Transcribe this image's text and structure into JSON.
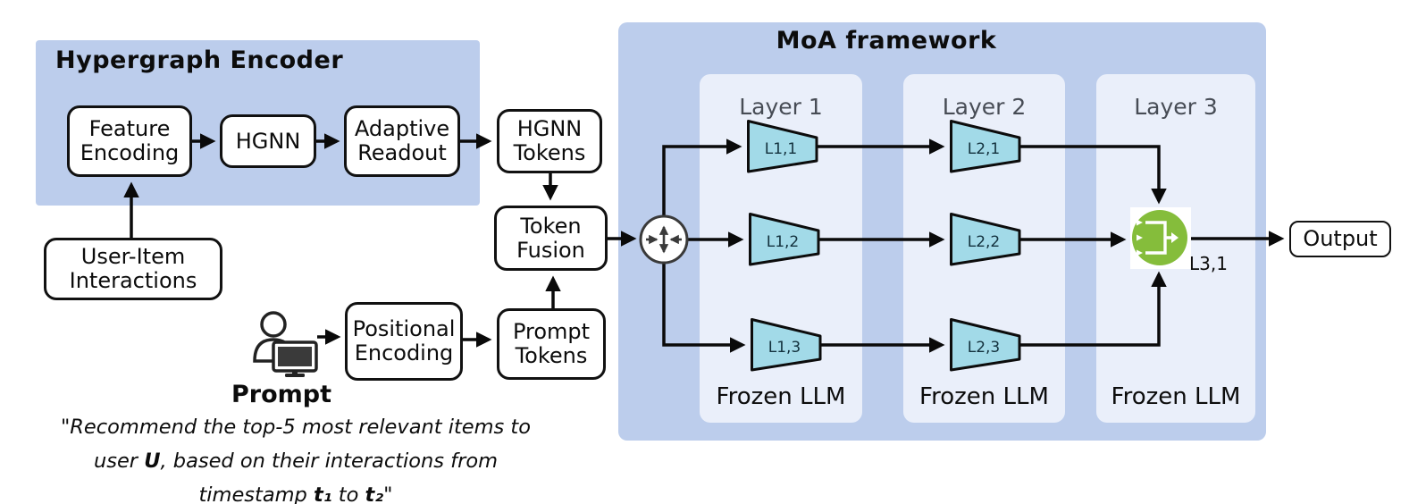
{
  "hypergraph_encoder": {
    "title": "Hypergraph Encoder",
    "feature_encoding": "Feature\nEncoding",
    "hgnn": "HGNN",
    "adaptive_readout": "Adaptive\nReadout"
  },
  "tokens": {
    "hgnn_tokens": "HGNN\nTokens",
    "token_fusion": "Token\nFusion",
    "positional_encoding": "Positional\nEncoding",
    "prompt_tokens": "Prompt\nTokens"
  },
  "inputs": {
    "user_item_interactions": "User-Item\nInteractions",
    "prompt_label": "Prompt",
    "prompt_quote": {
      "line1": "\"Recommend the top-5 most relevant items to",
      "line2_pre": "user ",
      "line2_user": "U",
      "line2_post": ", based on their interactions from",
      "line3_pre": "timestamp ",
      "line3_t1": "t₁",
      "line3_mid": " to ",
      "line3_t2": "t₂",
      "line3_post": "\""
    }
  },
  "moa": {
    "title": "MoA framework",
    "layers": [
      {
        "label": "Layer 1",
        "footer": "Frozen LLM",
        "experts": [
          "L1,1",
          "L1,2",
          "L1,3"
        ]
      },
      {
        "label": "Layer 2",
        "footer": "Frozen LLM",
        "experts": [
          "L2,1",
          "L2,2",
          "L2,3"
        ]
      },
      {
        "label": "Layer 3",
        "footer": "Frozen LLM",
        "experts": [
          "L3,1"
        ]
      }
    ],
    "aggregator_label": "L3,1"
  },
  "output": {
    "label": "Output"
  },
  "colors": {
    "group_blue": "#bccdec",
    "layer_panel": "#eaeffa",
    "expert_fill": "#a2dae8",
    "aggregator_green": "#85bd3b",
    "wire": "#0a0a0a",
    "splitter_stroke": "#3a3a3a"
  }
}
